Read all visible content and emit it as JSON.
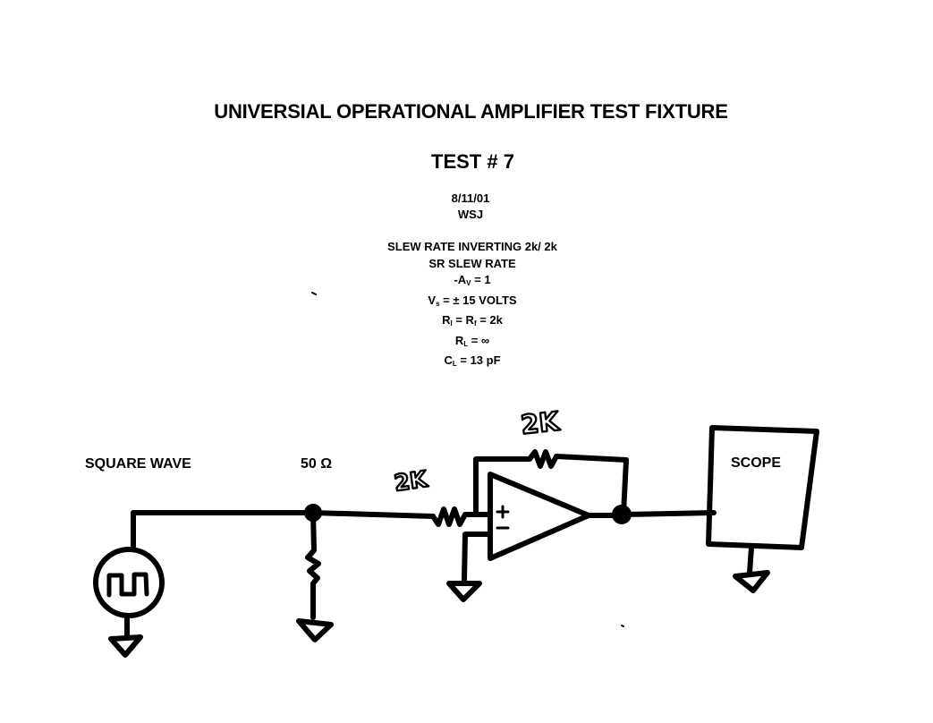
{
  "header": {
    "title": "UNIVERSIAL OPERATIONAL AMPLIFIER TEST FIXTURE",
    "test_number": "TEST # 7",
    "date": "8/11/01",
    "author": "WSJ"
  },
  "specs": {
    "line1": "SLEW RATE INVERTING 2k/ 2k",
    "line2": "SR SLEW RATE",
    "gain": {
      "prefix": "-A",
      "sub": "V",
      "suffix": " = 1"
    },
    "supply": {
      "prefix": "V",
      "sub": "s",
      "suffix": " = ± 15 VOLTS"
    },
    "resistors": {
      "a": "R",
      "a_sub": "I",
      "mid": " = R",
      "b_sub": "f",
      "suffix": " = 2k"
    },
    "load_r": {
      "prefix": "R",
      "sub": "L",
      "suffix": " = ∞"
    },
    "load_c": {
      "prefix": "C",
      "sub": "L",
      "suffix": " = 13 pF"
    }
  },
  "schematic": {
    "source_label": "SQUARE WAVE",
    "termination_label": "50 Ω",
    "scope_label": "SCOPE",
    "input_resistor_label": "2K",
    "feedback_resistor_label": "2K",
    "source_symbol": "square-wave-source-icon",
    "ground_symbol": "ground-icon",
    "opamp_symbol": "opamp-icon"
  }
}
